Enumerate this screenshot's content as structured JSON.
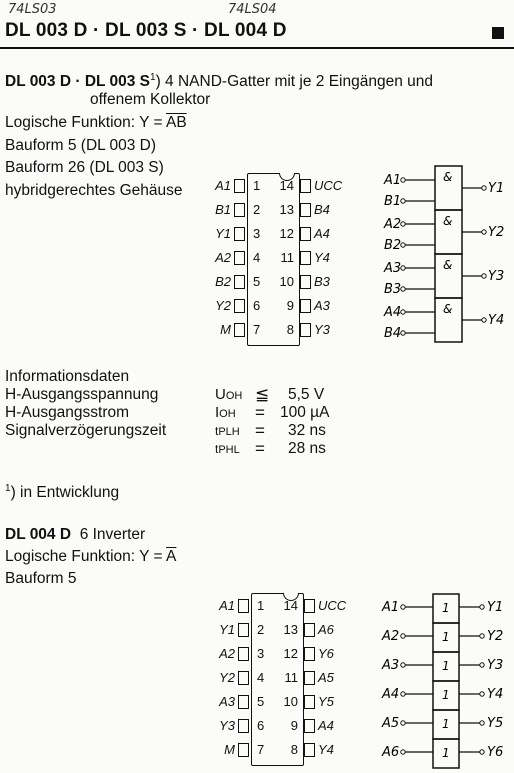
{
  "handwritten": {
    "left": "74LS03",
    "middle": "74LS04",
    "right_scribble": "",
    "right_scribble2": ""
  },
  "header": {
    "title": "DL 003 D · DL 003 S · DL 004 D"
  },
  "section1": {
    "heading_bold": "DL 003 D · DL 003 S",
    "footnote_mark": "1",
    "heading_rest": ") 4 NAND-Gatter mit je 2 Eingängen und",
    "heading_line2": "offenem Kollektor",
    "logic_prefix": "Logische Funktion: Y = ",
    "logic_expr": "AB",
    "bauform1": "Bauform 5 (DL 003 D)",
    "bauform2": "Bauform 26 (DL 003 S)",
    "housing": "hybridgerechtes Gehäuse",
    "left_pins": [
      {
        "label": "A1",
        "num": "1"
      },
      {
        "label": "B1",
        "num": "2"
      },
      {
        "label": "Y1",
        "num": "3"
      },
      {
        "label": "A2",
        "num": "4"
      },
      {
        "label": "B2",
        "num": "5"
      },
      {
        "label": "Y2",
        "num": "6"
      },
      {
        "label": "M",
        "num": "7"
      }
    ],
    "right_pins": [
      {
        "num": "14",
        "label": "UCC"
      },
      {
        "num": "13",
        "label": "B4"
      },
      {
        "num": "12",
        "label": "A4"
      },
      {
        "num": "11",
        "label": "Y4"
      },
      {
        "num": "10",
        "label": "B3"
      },
      {
        "num": "9",
        "label": "A3"
      },
      {
        "num": "8",
        "label": "Y3"
      }
    ],
    "gates": [
      {
        "in1": "A1",
        "in2": "B1",
        "symbol": "&",
        "out": "Y1"
      },
      {
        "in1": "A2",
        "in2": "B2",
        "symbol": "&",
        "out": "Y2"
      },
      {
        "in1": "A3",
        "in2": "B3",
        "symbol": "&",
        "out": "Y3"
      },
      {
        "in1": "A4",
        "in2": "B4",
        "symbol": "&",
        "out": "Y4"
      }
    ]
  },
  "info": {
    "title": "Informationsdaten",
    "rows": [
      {
        "label": "H-Ausgangsspannung",
        "symbol": "UOH",
        "rel": "≦",
        "value": "5,5 V"
      },
      {
        "label": "H-Ausgangsstrom",
        "symbol": "IOH",
        "rel": "=",
        "value": "100  µA"
      },
      {
        "label": "Signalverzögerungszeit",
        "symbol": "tPLH",
        "rel": "=",
        "value": "32 ns"
      },
      {
        "label": "",
        "symbol": "tPHL",
        "rel": "=",
        "value": "28 ns"
      }
    ]
  },
  "footnote": {
    "mark": "1",
    "text": ") in Entwicklung"
  },
  "section2": {
    "heading_bold": "DL 004 D",
    "heading_rest": "6 Inverter",
    "logic_prefix": "Logische Funktion: Y = ",
    "logic_expr": "A",
    "bauform": "Bauform 5",
    "left_pins": [
      {
        "label": "A1",
        "num": "1"
      },
      {
        "label": "Y1",
        "num": "2"
      },
      {
        "label": "A2",
        "num": "3"
      },
      {
        "label": "Y2",
        "num": "4"
      },
      {
        "label": "A3",
        "num": "5"
      },
      {
        "label": "Y3",
        "num": "6"
      },
      {
        "label": "M",
        "num": "7"
      }
    ],
    "right_pins": [
      {
        "num": "14",
        "label": "UCC"
      },
      {
        "num": "13",
        "label": "A6"
      },
      {
        "num": "12",
        "label": "Y6"
      },
      {
        "num": "11",
        "label": "A5"
      },
      {
        "num": "10",
        "label": "Y5"
      },
      {
        "num": "9",
        "label": "A4"
      },
      {
        "num": "8",
        "label": "Y4"
      }
    ],
    "inverters": [
      {
        "in": "A1",
        "symbol": "1",
        "out": "Y1"
      },
      {
        "in": "A2",
        "symbol": "1",
        "out": "Y2"
      },
      {
        "in": "A3",
        "symbol": "1",
        "out": "Y3"
      },
      {
        "in": "A4",
        "symbol": "1",
        "out": "Y4"
      },
      {
        "in": "A5",
        "symbol": "1",
        "out": "Y5"
      },
      {
        "in": "A6",
        "symbol": "1",
        "out": "Y6"
      }
    ]
  }
}
